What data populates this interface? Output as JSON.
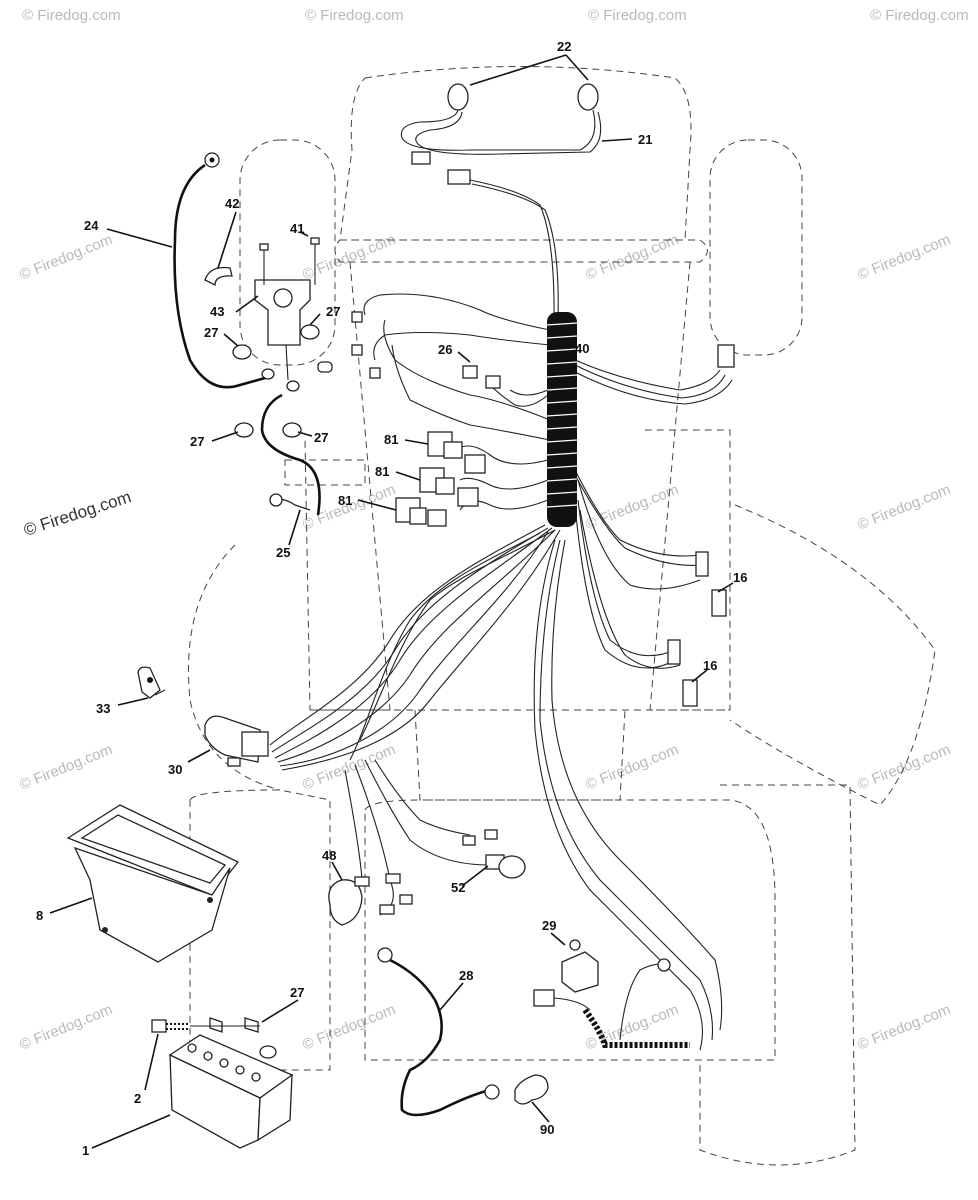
{
  "watermark": {
    "text": "© Firedog.com",
    "main_text": "© Firedog.com"
  },
  "labels": {
    "p1": "1",
    "p2": "2",
    "p8": "8",
    "p16a": "16",
    "p16b": "16",
    "p21": "21",
    "p22": "22",
    "p24": "24",
    "p25": "25",
    "p26": "26",
    "p27a": "27",
    "p27b": "27",
    "p27c": "27",
    "p27d": "27",
    "p27e": "27",
    "p28": "28",
    "p29": "29",
    "p30": "30",
    "p33": "33",
    "p40": "40",
    "p41": "41",
    "p42": "42",
    "p43": "43",
    "p48": "48",
    "p52": "52",
    "p81a": "81",
    "p81b": "81",
    "p81c": "81",
    "p90": "90"
  }
}
